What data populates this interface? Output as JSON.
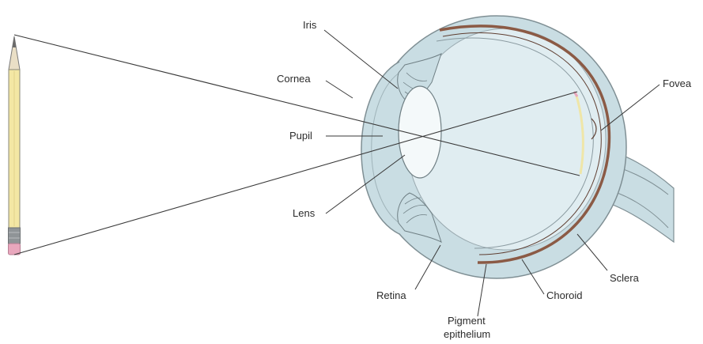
{
  "labels": {
    "iris": "Iris",
    "cornea": "Cornea",
    "pupil": "Pupil",
    "lens": "Lens",
    "fovea": "Fovea",
    "sclera": "Sclera",
    "choroid": "Choroid",
    "retina": "Retina",
    "pigment_line1": "Pigment",
    "pigment_line2": "epithelium"
  },
  "colors": {
    "sclera_fill": "#c9dde3",
    "interior_fill": "#e0edf1",
    "outline": "#7f8f94",
    "choroid": "#8b5a45",
    "pencil_body": "#f3e7a4",
    "pencil_eraser": "#e9a7bd",
    "pencil_ferrule": "#8f9497",
    "retina_image": "#efe6a8"
  }
}
